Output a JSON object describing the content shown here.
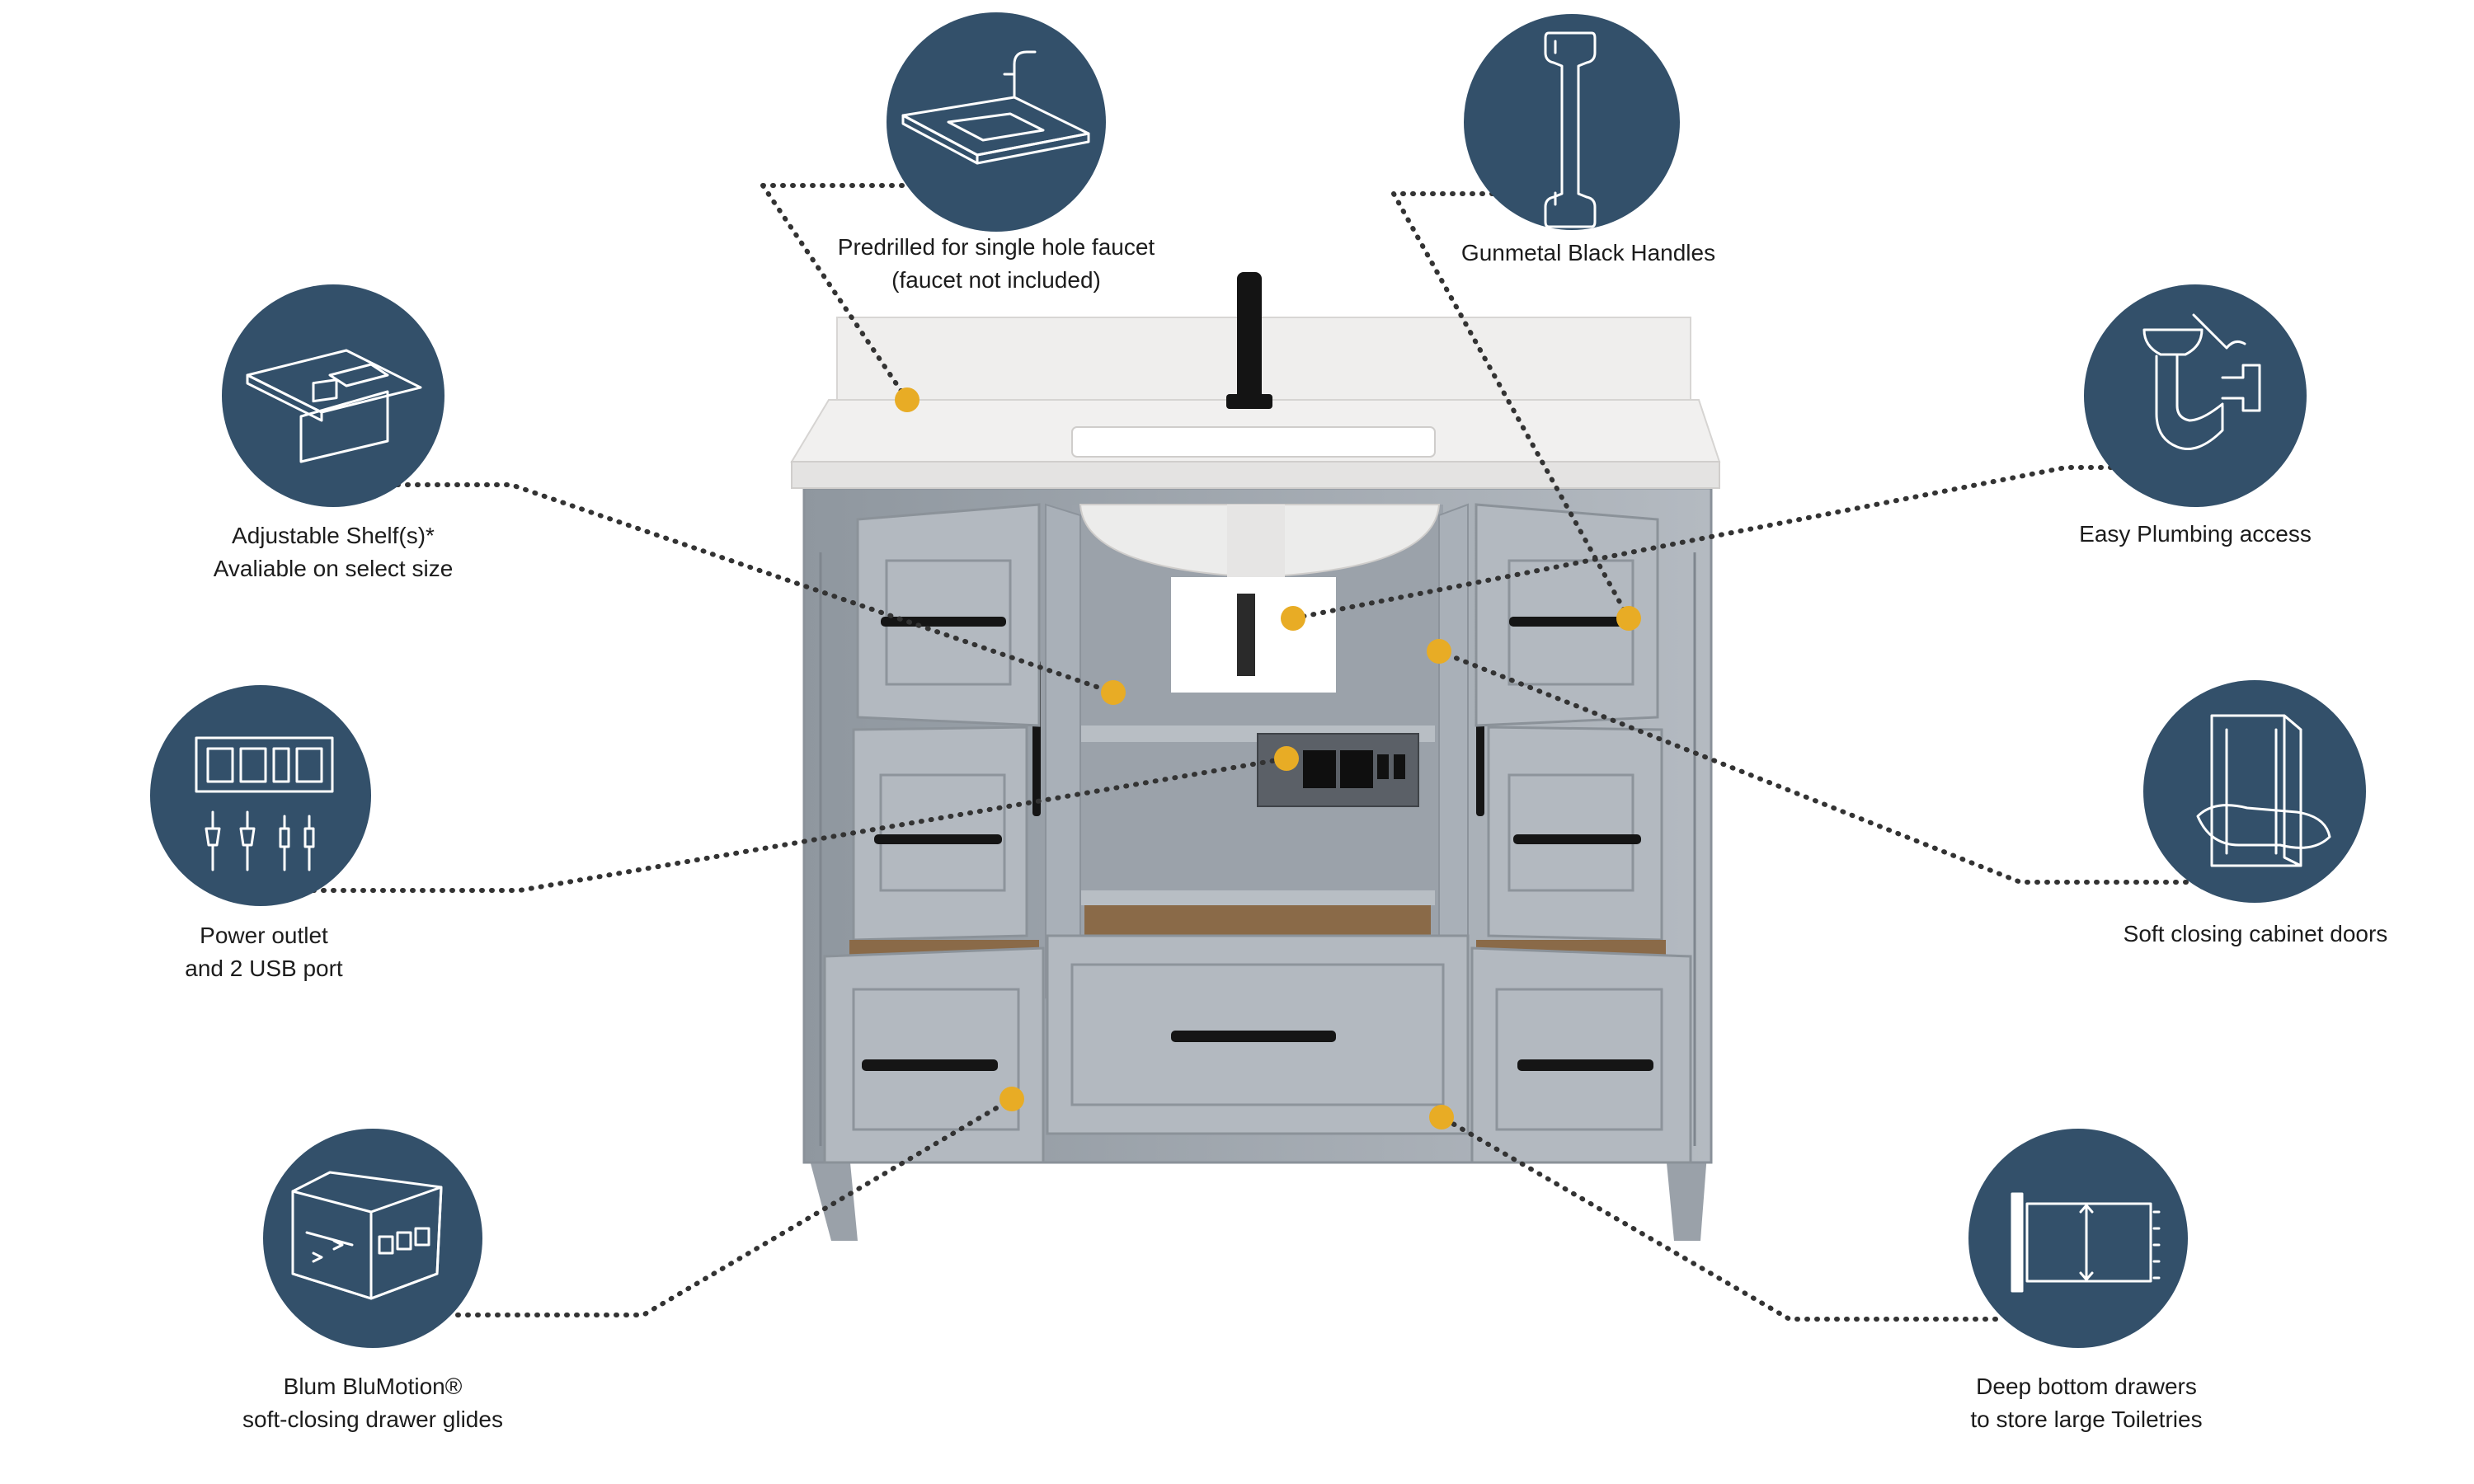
{
  "features": [
    {
      "id": "faucet",
      "icon": "countertop-faucet-icon",
      "lines": [
        "Predrilled for single hole faucet",
        "(faucet not included)"
      ]
    },
    {
      "id": "handles",
      "icon": "cabinet-handle-icon",
      "lines": [
        "Gunmetal Black Handles"
      ]
    },
    {
      "id": "shelf",
      "icon": "adjustable-shelf-icon",
      "lines": [
        "Adjustable Shelf(s)*",
        "Avaliable on select size"
      ]
    },
    {
      "id": "plumbing",
      "icon": "plumbing-wrench-icon",
      "lines": [
        "Easy Plumbing access"
      ]
    },
    {
      "id": "power",
      "icon": "power-outlet-usb-icon",
      "lines": [
        "Power outlet",
        "and 2 USB port"
      ]
    },
    {
      "id": "softclose",
      "icon": "soft-close-door-icon",
      "lines": [
        "Soft closing cabinet doors"
      ]
    },
    {
      "id": "glides",
      "icon": "drawer-glide-icon",
      "lines": [
        "Blum BluMotion®",
        "soft-closing drawer glides"
      ]
    },
    {
      "id": "deep",
      "icon": "deep-drawer-icon",
      "lines": [
        "Deep bottom drawers",
        "to store large Toiletries"
      ]
    }
  ],
  "colors": {
    "icon_circle": "#33506a",
    "marker": "#e8ac25",
    "leader": "#333333",
    "cabinet": "#a4abb3",
    "countertop": "#ecebea",
    "hardware": "#151515"
  }
}
